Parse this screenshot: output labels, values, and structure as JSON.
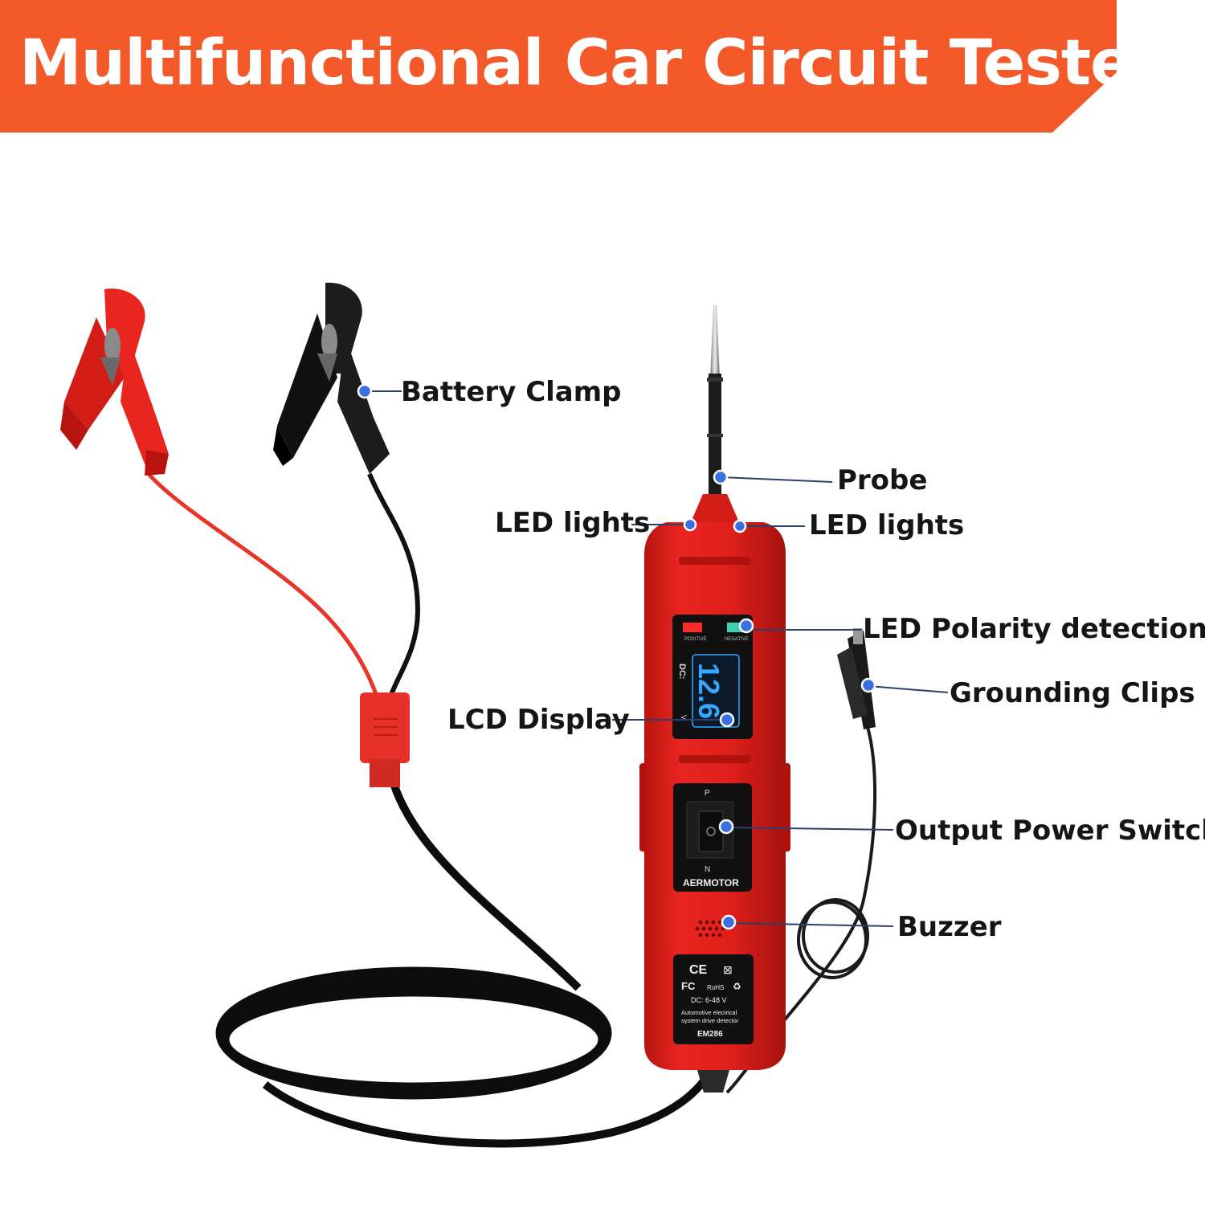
{
  "header": {
    "title": "Multifunctional Car Circuit Tester"
  },
  "callouts": {
    "battery_clamp": "Battery Clamp",
    "probe": "Probe",
    "led_lights_left": "LED lights",
    "led_lights_right": "LED lights",
    "led_polarity": "LED Polarity detection",
    "grounding_clips": "Grounding Clips",
    "lcd_display": "LCD Display",
    "output_power_switch": "Output Power Switch",
    "buzzer": "Buzzer"
  },
  "device": {
    "positive_label": "POSITIVE",
    "negative_label": "NEGATIVE",
    "dc_label": "DC:",
    "display_value": "12.6",
    "display_unit": "V",
    "switch_p": "P",
    "switch_n": "N",
    "brand": "AERMOTOR",
    "ce_mark": "CE",
    "fc_mark": "FC",
    "rohs_mark": "RoHS",
    "voltage_range": "DC: 6-48 V",
    "description_line1": "Automotive electrical",
    "description_line2": "system drive detector",
    "model": "EM286"
  },
  "colors": {
    "banner": "#f4592a",
    "device_red": "#e0201c",
    "callout_dot": "#3b6fe0",
    "callout_line": "#2d3f6b",
    "lcd_digits": "#35a7ff",
    "negative_led": "#3fd0b0"
  }
}
